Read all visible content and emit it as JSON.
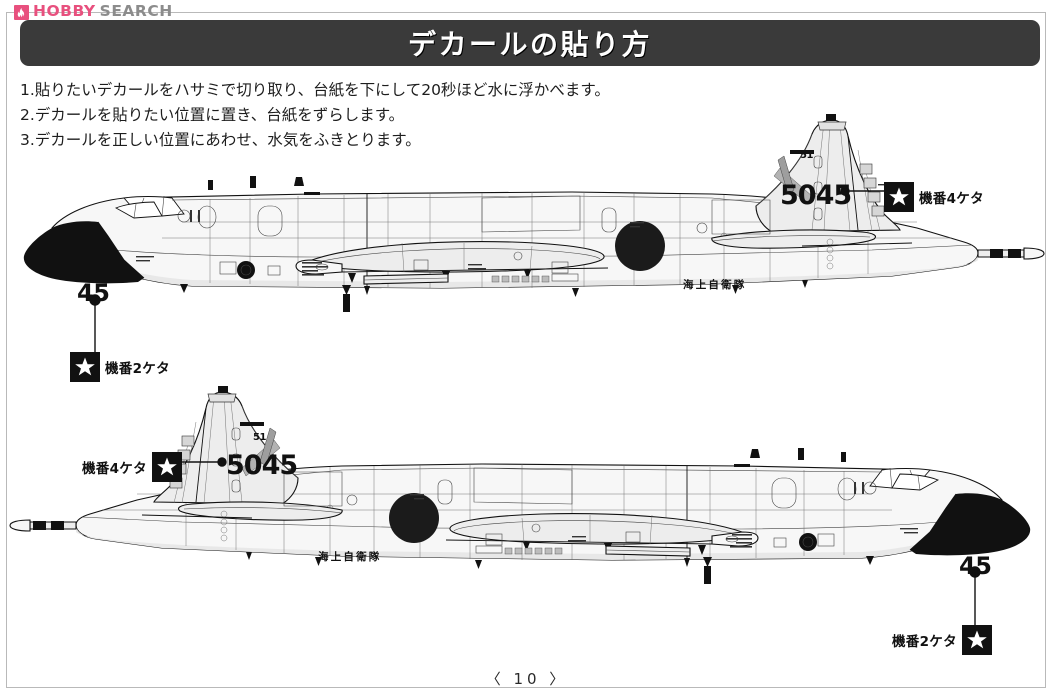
{
  "brand": {
    "mark_icon": "flame-icon",
    "word1": "HOBBY",
    "word2": "SEARCH"
  },
  "header": {
    "title": "デカールの貼り方",
    "bar_color": "#3a3a3a"
  },
  "instructions": [
    "1.貼りたいデカールをハサミで切り取り、台紙を下にして20秒ほど水に浮かべます。",
    "2.デカールを貼りたい位置に置き、台紙をずらします。",
    "3.デカールを正しい位置にあわせ、水気をふきとります。"
  ],
  "callouts": [
    {
      "id": "top-tail",
      "icon": "star-icon",
      "label": "機番4ケタ",
      "order": "badge-then-label"
    },
    {
      "id": "top-nose",
      "icon": "star-icon",
      "label": "機番2ケタ",
      "order": "badge-then-label"
    },
    {
      "id": "bot-tail",
      "icon": "star-icon",
      "label": "機番4ケタ",
      "order": "label-then-badge"
    },
    {
      "id": "bot-nose",
      "icon": "star-icon",
      "label": "機番2ケタ",
      "order": "label-then-badge"
    }
  ],
  "aircraft_top": {
    "view": "left side profile, nose at left",
    "tail_serial": "5045",
    "fin_code": "51",
    "nose_number": "45",
    "fuselage_text": "海上自衛隊"
  },
  "aircraft_bottom": {
    "view": "right side profile, nose at right",
    "tail_serial": "5045",
    "fin_code": "51",
    "nose_number": "45",
    "fuselage_text": "海上自衛隊"
  },
  "footer": {
    "page_number": "〈 10 〉"
  },
  "colors": {
    "brand_pink": "#e8507e",
    "brand_gray": "#8c8c8c",
    "title_bar": "#3a3a3a",
    "ink": "#111111",
    "panel_fill": "#e9e9e9",
    "panel_fill_light": "#f6f6f6"
  }
}
